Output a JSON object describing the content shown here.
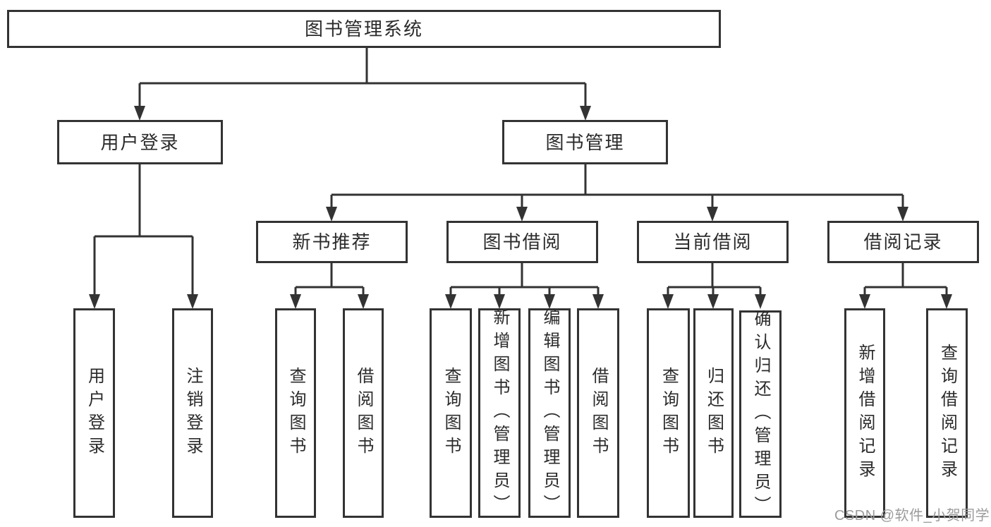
{
  "diagram": {
    "title": "图书管理系统",
    "level1": [
      "用户登录",
      "图书管理"
    ],
    "level2": [
      "新书推荐",
      "图书借阅",
      "当前借阅",
      "借阅记录"
    ],
    "leaves": {
      "user_login": [
        "用户登录",
        "注销登录"
      ],
      "new_book_recommend": [
        "查询图书",
        "借阅图书"
      ],
      "book_borrow": [
        "查询图书",
        "新增图书（管理员）",
        "编辑图书（管理员）",
        "借阅图书"
      ],
      "current_borrow": [
        "查询图书",
        "归还图书",
        "确认归还（管理员）"
      ],
      "borrow_record": [
        "新增借阅记录",
        "查询借阅记录"
      ]
    }
  },
  "watermark": {
    "text": "CSDN @软件_小贺同学",
    "color": "#9b9b9b"
  },
  "colors": {
    "line": "#333333",
    "box_border": "#333333",
    "text": "#2b2b2b",
    "background": "#ffffff"
  }
}
